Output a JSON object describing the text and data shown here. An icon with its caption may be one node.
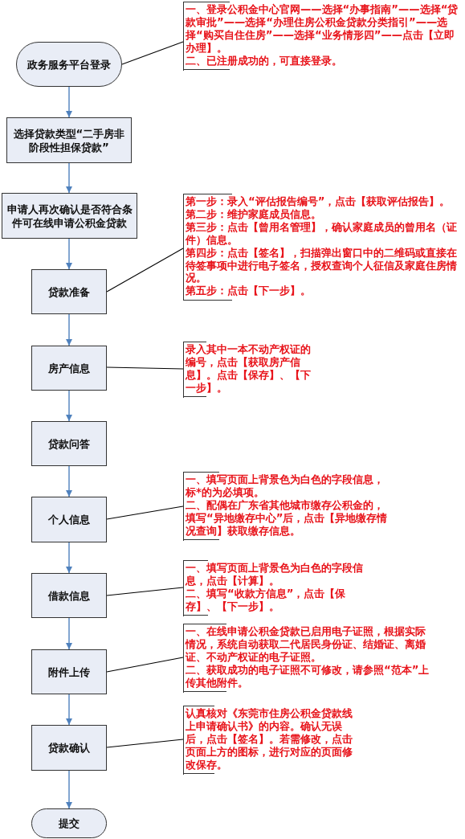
{
  "diagram": {
    "nodes": [
      {
        "text": [
          "政务服务平台登录"
        ]
      },
      {
        "text": [
          "一、登录公积金中心官网——选择“办事指南”——选择“贷款审批”——选择“办理住房公积金贷款分类指引”——选择“购买自住住房”——选择“业务情形四”——点击【立即办理】。",
          "二、已注册成功的，可直接登录。"
        ]
      },
      {
        "text": [
          "选择贷款类型“二手房非阶段性担保贷款”"
        ]
      },
      {
        "text": [
          "申请人再次确认是否符合条件可在线申请公积金贷款"
        ]
      },
      {
        "text": [
          "贷款准备"
        ]
      },
      {
        "text": [
          "第一步：录入“评估报告编号”，点击【获取评估报告】。",
          "第二步：维护家庭成员信息。",
          "第三步：点击【曾用名管理】，确认家庭成员的曾用名（证件）信息。",
          "第四步：点击【签名】，扫描弹出窗口中的二维码或直接在待签事项中进行电子签名，授权查询个人征信及家庭住房情况。",
          "第五步：点击【下一步】。"
        ]
      },
      {
        "text": [
          "房产信息"
        ]
      },
      {
        "text": [
          "录入其中一本不动产权证的编号，点击【获取房产信息】。点击【保存】、【下一步】。"
        ]
      },
      {
        "text": [
          "贷款问答"
        ]
      },
      {
        "text": [
          "个人信息"
        ]
      },
      {
        "text": [
          "一、填写页面上背景色为白色的字段信息，标*的为必填项。",
          "二、配偶在广东省其他城市缴存公积金的，填写“异地缴存中心”后，点击【异地缴存情况查询】获取缴存信息。"
        ]
      },
      {
        "text": [
          "借款信息"
        ]
      },
      {
        "text": [
          "一、填写页面上背景色为白色的字段信息，点击【计算】。",
          "二、填写“收款方信息”，点击【保存】、【下一步】。"
        ]
      },
      {
        "text": [
          "附件上传"
        ]
      },
      {
        "text": [
          "一、在线申请公积金贷款已启用电子证照，根据实际情况，系统自动获取二代居民身份证、结婚证、离婚证、不动产权证的电子证照。",
          "二、获取成功的电子证照不可修改，请参照“范本”上传其他附件。"
        ]
      },
      {
        "text": [
          "贷款确认"
        ]
      },
      {
        "text": [
          "认真核对《东莞市住房公积金贷款线上申请确认书》的内容。确认无误后，点击【签名】。若需修改，点击页面上方的图标，进行对应的页面修改保存。"
        ]
      },
      {
        "text": [
          "提交"
        ]
      }
    ],
    "edges": [
      {
        "from": 0,
        "to": 2,
        "arrow": "to"
      },
      {
        "from": 2,
        "to": 3,
        "arrow": "to"
      },
      {
        "from": 3,
        "to": 4,
        "arrow": "to"
      },
      {
        "from": 4,
        "to": 6,
        "arrow": "to"
      },
      {
        "from": 6,
        "to": 8,
        "arrow": "to"
      },
      {
        "from": 8,
        "to": 9,
        "arrow": "to"
      },
      {
        "from": 9,
        "to": 11,
        "arrow": "to"
      },
      {
        "from": 11,
        "to": 13,
        "arrow": "to"
      },
      {
        "from": 13,
        "to": 15,
        "arrow": "to"
      },
      {
        "from": 15,
        "to": 17,
        "arrow": "to"
      },
      {
        "from": 0,
        "to": 1,
        "arrow": "none",
        "color": "#000000"
      },
      {
        "from": 4,
        "to": 5,
        "arrow": "none",
        "color": "#000000"
      },
      {
        "from": 6,
        "to": 7,
        "arrow": "none",
        "color": "#000000"
      },
      {
        "from": 9,
        "to": 10,
        "arrow": "none",
        "color": "#000000"
      },
      {
        "from": 11,
        "to": 12,
        "arrow": "none",
        "color": "#000000"
      },
      {
        "from": 13,
        "to": 14,
        "arrow": "none",
        "color": "#000000"
      },
      {
        "from": 15,
        "to": 16,
        "arrow": "none",
        "color": "#000000"
      }
    ]
  }
}
